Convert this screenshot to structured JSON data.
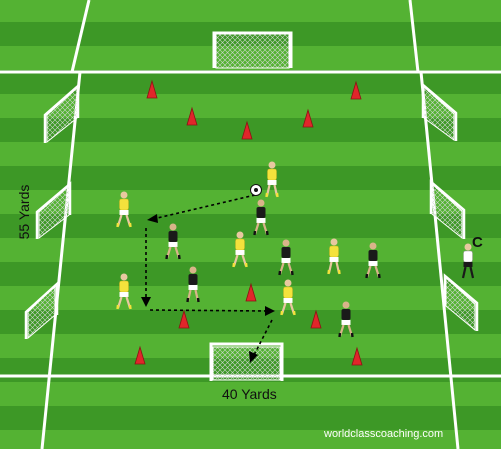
{
  "diagram": {
    "width_label": "40 Yards",
    "length_label": "55 Yards",
    "coach_label": "C",
    "watermark": "worldclasscoaching.com",
    "colors": {
      "grass_light": "#54b233",
      "grass_dark": "#3d9826",
      "lines": "#ffffff",
      "cone": "#e0262a",
      "yellow_team": "#f4e23c",
      "black_team": "#1a1a1a"
    }
  }
}
